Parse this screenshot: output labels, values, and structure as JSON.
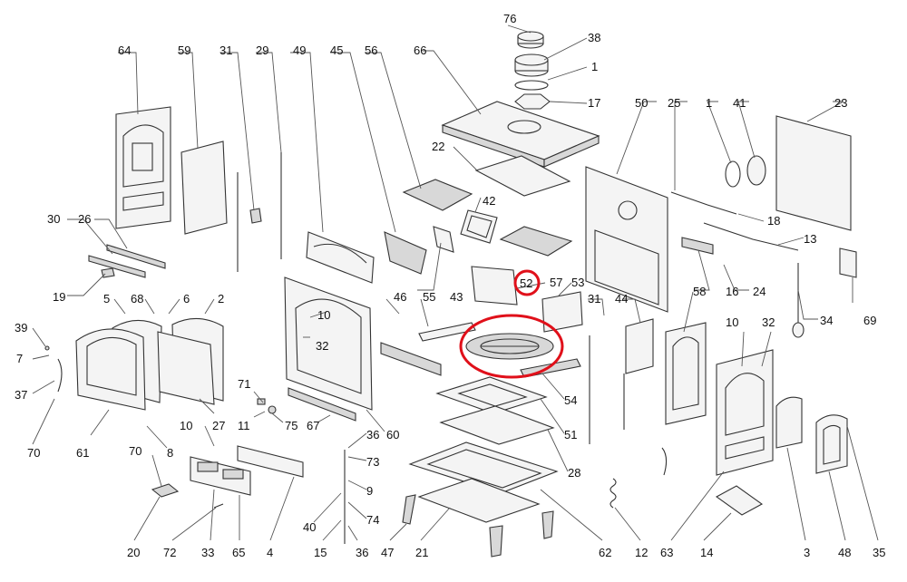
{
  "labels": [
    "76",
    "38",
    "1",
    "17",
    "66",
    "64",
    "59",
    "31",
    "29",
    "49",
    "45",
    "56",
    "22",
    "42",
    "50",
    "25",
    "1",
    "41",
    "23",
    "18",
    "13",
    "30",
    "26",
    "19",
    "24",
    "16",
    "43",
    "52",
    "57",
    "53",
    "31",
    "44",
    "58",
    "34",
    "69",
    "5",
    "68",
    "6",
    "2",
    "10",
    "32",
    "46",
    "55",
    "10",
    "32",
    "39",
    "7",
    "37",
    "70",
    "61",
    "8",
    "27",
    "71",
    "11",
    "75",
    "67",
    "60",
    "54",
    "51",
    "28",
    "10",
    "36",
    "73",
    "9",
    "74",
    "40",
    "15",
    "36",
    "47",
    "21",
    "62",
    "12",
    "63",
    "14",
    "3",
    "48",
    "35",
    "70",
    "20",
    "72",
    "33",
    "65",
    "4"
  ],
  "highlight": {
    "part": "52",
    "color": "#e0101a"
  }
}
